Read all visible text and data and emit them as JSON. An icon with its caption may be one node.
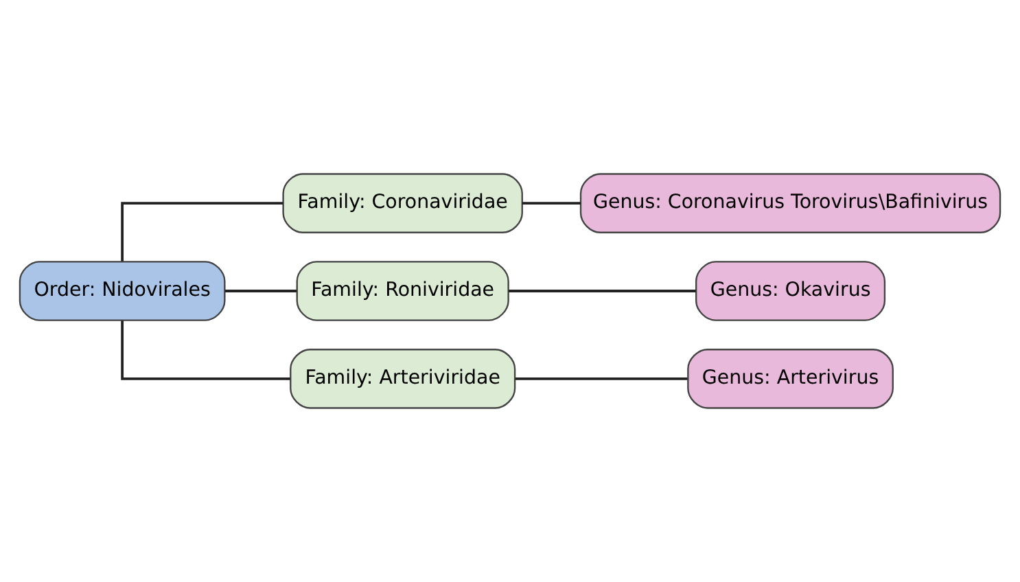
{
  "diagram": {
    "nodes": [
      {
        "text": [
          "Order: Nidovirales"
        ]
      },
      {
        "text": [
          "Family: Coronaviridae"
        ]
      },
      {
        "text": [
          "Genus: Coronavirus Torovirus\\Bafinivirus"
        ]
      },
      {
        "text": [
          "Family: Roniviridae"
        ]
      },
      {
        "text": [
          "Genus: Okavirus"
        ]
      },
      {
        "text": [
          "Family: Arteriviridae"
        ]
      },
      {
        "text": [
          "Genus: Arterivirus"
        ]
      }
    ],
    "edges": [
      {
        "from": 0,
        "to": 1,
        "arrow": "none"
      },
      {
        "from": 1,
        "to": 2,
        "arrow": "none"
      },
      {
        "from": 0,
        "to": 3,
        "arrow": "none"
      },
      {
        "from": 3,
        "to": 4,
        "arrow": "none"
      },
      {
        "from": 0,
        "to": 5,
        "arrow": "none"
      },
      {
        "from": 5,
        "to": 6,
        "arrow": "none"
      }
    ]
  }
}
